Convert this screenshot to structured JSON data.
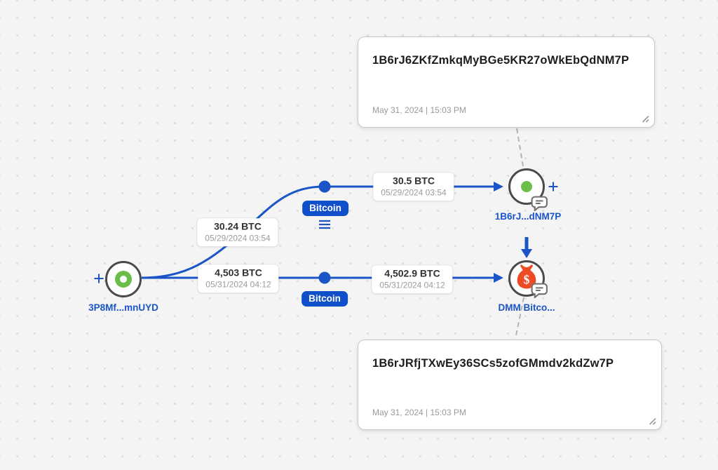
{
  "colors": {
    "canvas-bg": "#f4f4f4",
    "dot-grid": "#dedede",
    "accent-blue": "#1a54c7",
    "chip-blue": "#0f4fc9",
    "node-border": "#4a4a4a",
    "green": "#6cbe4a",
    "orange": "#ec4b26",
    "label-amount": "#303030",
    "label-date": "#9b9b9b",
    "note-border": "#c8c8c8",
    "connector-gray": "#b3b3b3"
  },
  "notes": {
    "top": {
      "address": "1B6rJ6ZKfZmkqMyBGe5KR27oWkEbQdNM7P",
      "timestamp": "May 31, 2024 | 15:03 PM"
    },
    "bottom": {
      "address": "1B6rJRfjTXwEy36SCs5zofGMmdv2kdZw7P",
      "timestamp": "May 31, 2024 | 15:03 PM"
    }
  },
  "nodes": {
    "source": {
      "label": "3P8Mf...mnUYD"
    },
    "dest_top": {
      "label": "1B6rJ...dNM7P"
    },
    "dest_bottom": {
      "label": "DMM Bitco..."
    }
  },
  "edges": {
    "top_left": {
      "amount": "30.24 BTC",
      "date": "05/29/2024 03:54"
    },
    "top_right": {
      "amount": "30.5 BTC",
      "date": "05/29/2024 03:54"
    },
    "bottom_left": {
      "amount": "4,503 BTC",
      "date": "05/31/2024 04:12"
    },
    "bottom_right": {
      "amount": "4,502.9 BTC",
      "date": "05/31/2024 04:12"
    }
  },
  "chips": {
    "top": "Bitcoin",
    "bottom": "Bitcoin"
  }
}
